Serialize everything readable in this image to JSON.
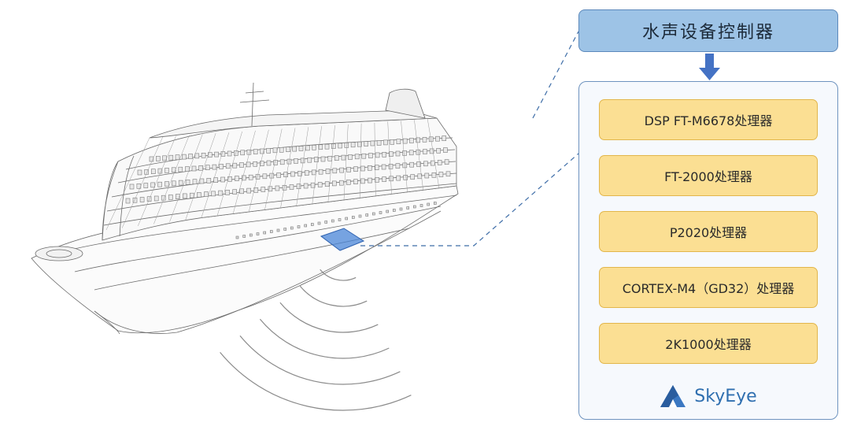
{
  "controller": {
    "title": "水声设备控制器"
  },
  "processors": [
    {
      "label": "DSP FT-M6678处理器"
    },
    {
      "label": "FT-2000处理器"
    },
    {
      "label": "P2020处理器"
    },
    {
      "label": "CORTEX-M4（GD32）处理器"
    },
    {
      "label": "2K1000处理器"
    }
  ],
  "brand": {
    "name": "SkyEye",
    "logo_icon": "skyeye-logo-icon"
  },
  "colors": {
    "header_fill": "#9dc3e6",
    "header_border": "#5b88bb",
    "processor_fill": "#fbdf93",
    "processor_border": "#e2b64b",
    "panel_border": "#6e93bf",
    "arrow": "#4472c4",
    "device_highlight": "#4a86d8",
    "brand_text": "#2f6fb0"
  },
  "illustration": {
    "subject": "cruise-ship-wireframe",
    "sonar_wave_count": 6
  }
}
